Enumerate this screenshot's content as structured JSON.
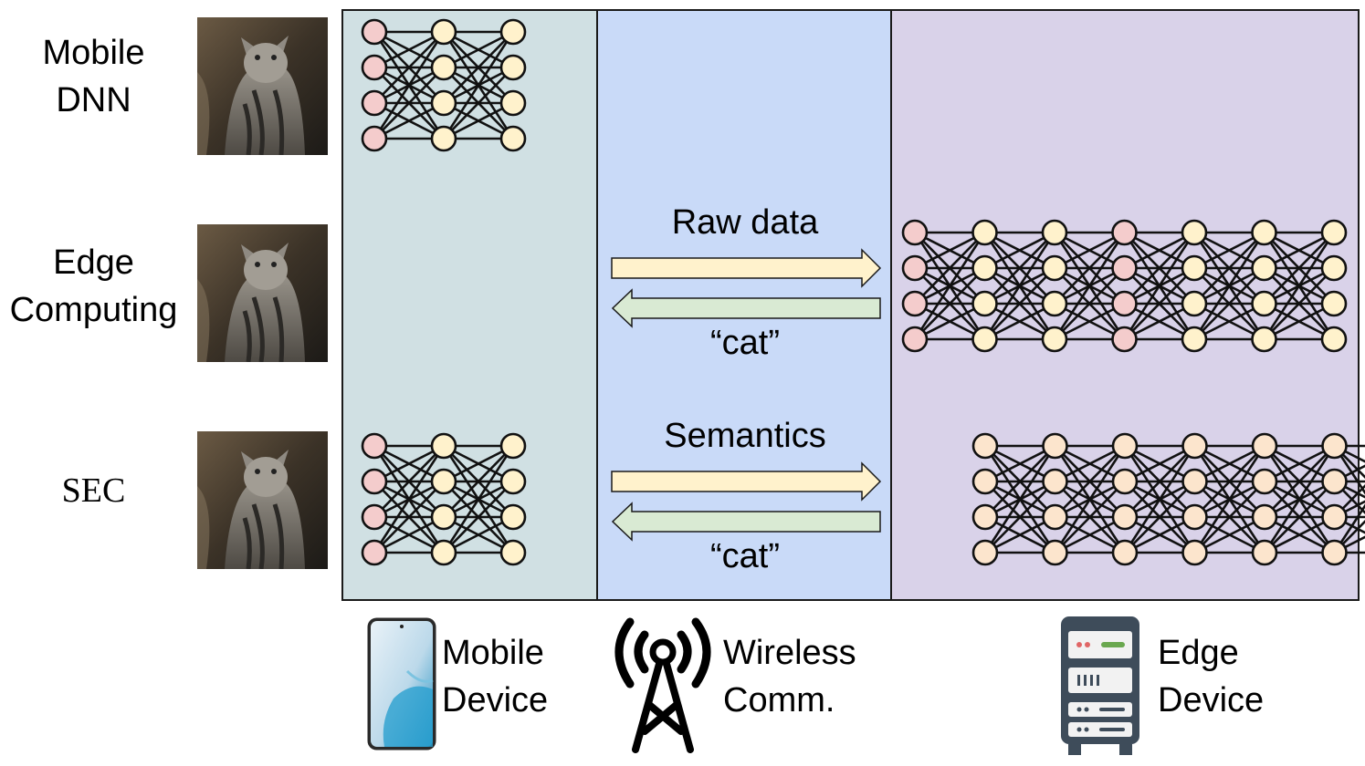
{
  "rows": [
    {
      "label_lines": [
        "Mobile",
        "DNN"
      ]
    },
    {
      "label_lines": [
        "Edge",
        "Computing"
      ]
    },
    {
      "label_lines": [
        "SEC"
      ]
    }
  ],
  "transfers": {
    "edge_computing": {
      "forward_label": "Raw data",
      "return_label": "“cat”"
    },
    "sec": {
      "forward_label": "Semantics",
      "return_label": "“cat”"
    }
  },
  "bottom": {
    "mobile": {
      "lines": [
        "Mobile",
        "Device"
      ],
      "icon": "smartphone-icon"
    },
    "wireless": {
      "lines": [
        "Wireless",
        "Comm."
      ],
      "icon": "antenna-tower-icon"
    },
    "edge": {
      "lines": [
        "Edge",
        "Device"
      ],
      "icon": "server-icon"
    }
  },
  "colors": {
    "mobile_panel": "#d0e0e3",
    "wireless_panel": "#c9daf8",
    "edge_panel": "#d9d2e9",
    "node_pink": "#f4cccc",
    "node_yellow": "#fff2cc",
    "node_peach": "#fce5cd",
    "arrow_forward": "#fff2cc",
    "arrow_return": "#d9ead3"
  }
}
